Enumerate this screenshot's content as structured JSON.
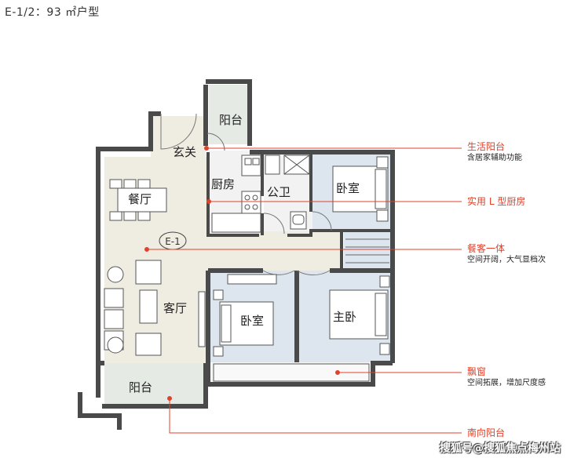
{
  "title": "E-1/2：93 ㎡户型",
  "rooms": {
    "balcony_top": "阳台",
    "entry": "玄关",
    "kitchen": "厨房",
    "bath": "公卫",
    "bedroom_ne": "卧室",
    "dining": "餐厅",
    "unit_tag": "E-1",
    "living": "客厅",
    "bedroom_s": "卧室",
    "master": "主卧",
    "balcony_south": "阳台"
  },
  "annotations": [
    {
      "title": "生活阳台",
      "desc": "含居家辅助功能"
    },
    {
      "title": "实用 L 型厨房",
      "desc": ""
    },
    {
      "title": "餐客一体",
      "desc": "空间开阔，大气显档次"
    },
    {
      "title": "飘窗",
      "desc": "空间拓展，增加尺度感"
    },
    {
      "title": "南向阳台",
      "desc": ""
    }
  ],
  "watermark": "搜狐号@搜狐焦点梅州站",
  "colors": {
    "accent": "#e0422b",
    "wall": "#4a4a4a",
    "living_floor": "#efece2",
    "bedroom_floor": "#dde6ef",
    "balcony_floor": "#e6eae4",
    "wet_floor": "#f2f2f2"
  }
}
